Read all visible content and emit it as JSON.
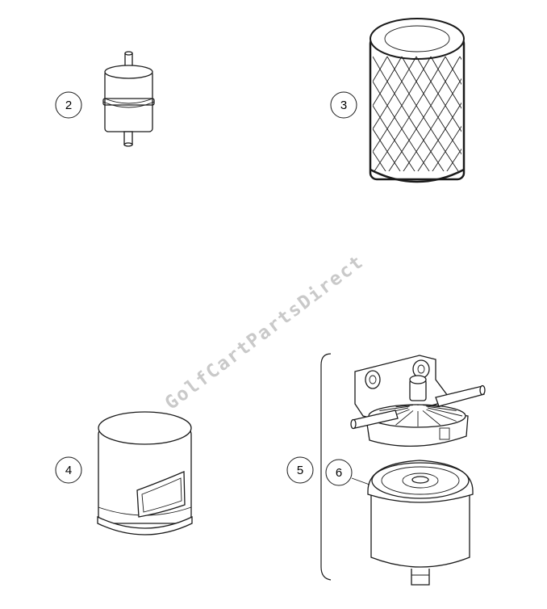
{
  "watermark": "GolfCartPartsDirect",
  "callouts": [
    {
      "id": "callout-2",
      "label": "2"
    },
    {
      "id": "callout-3",
      "label": "3"
    },
    {
      "id": "callout-4",
      "label": "4"
    },
    {
      "id": "callout-5",
      "label": "5"
    },
    {
      "id": "callout-6",
      "label": "6"
    }
  ],
  "colors": {
    "line": "#1a1a1a",
    "watermark": "#c9c9c9",
    "background": "#ffffff"
  }
}
